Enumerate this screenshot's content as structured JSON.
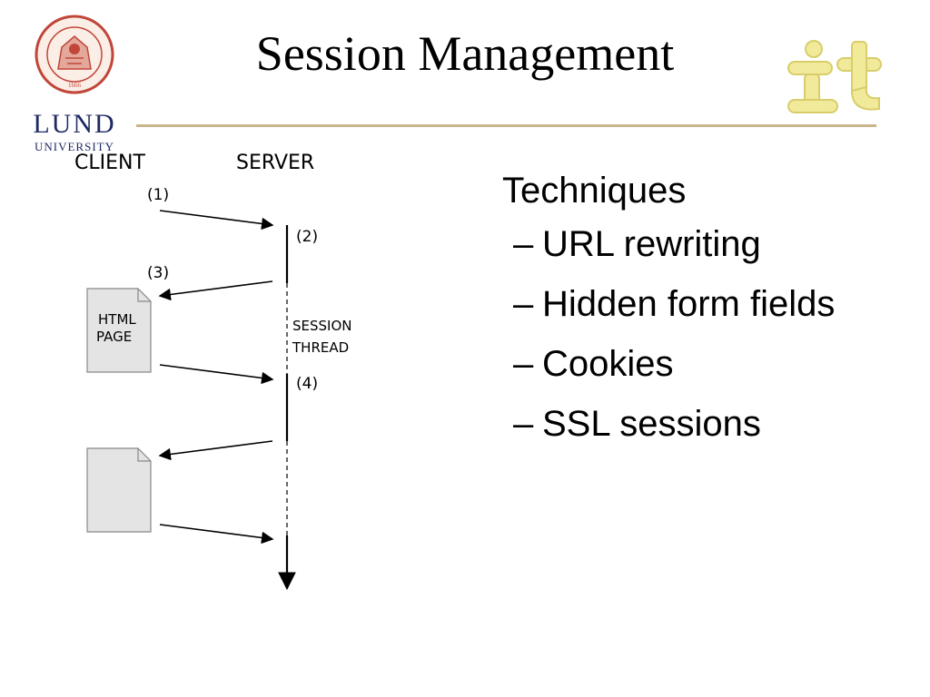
{
  "slide": {
    "title": "Session Management"
  },
  "logo": {
    "wordmark_line1": "LUND",
    "wordmark_line2": "UNIVERSITY",
    "color": "#1f2a64",
    "seal_color": "#c0463a"
  },
  "it_logo": {
    "color": "#f1ea9a"
  },
  "rule_color": "#c9b58a",
  "diagram": {
    "client_label": "CLIENT",
    "server_label": "SERVER",
    "step1": "(1)",
    "step2": "(2)",
    "step3": "(3)",
    "step4": "(4)",
    "page_label_line1": "HTML",
    "page_label_line2": "PAGE",
    "session_label_line1": "SESSION",
    "session_label_line2": "THREAD"
  },
  "content": {
    "heading": "Techniques",
    "dash": "–",
    "items": [
      "URL rewriting",
      "Hidden form fields",
      "Cookies",
      "SSL sessions"
    ]
  }
}
